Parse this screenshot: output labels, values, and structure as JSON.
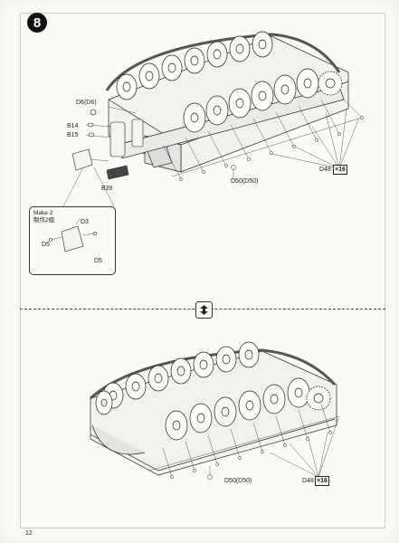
{
  "step": {
    "number": "8"
  },
  "upper_assembly": {
    "labels": {
      "d6": "D6(D6)",
      "b14": "B14",
      "b15": "B15",
      "b39": "B39",
      "d50": "D50(D50)",
      "d48": "D48",
      "d48_qty": "×16"
    }
  },
  "callout": {
    "title_en": "Make 2",
    "title_cn": "制作2组",
    "labels": {
      "d3": "D3",
      "d5_left": "D5",
      "d5_right": "D5"
    }
  },
  "divider": {
    "icon": "flip-over-icon"
  },
  "lower_assembly": {
    "labels": {
      "d50": "D50(D50)",
      "d48": "D48",
      "d48_qty": "×16"
    }
  },
  "footer": {
    "page_number": "12"
  }
}
